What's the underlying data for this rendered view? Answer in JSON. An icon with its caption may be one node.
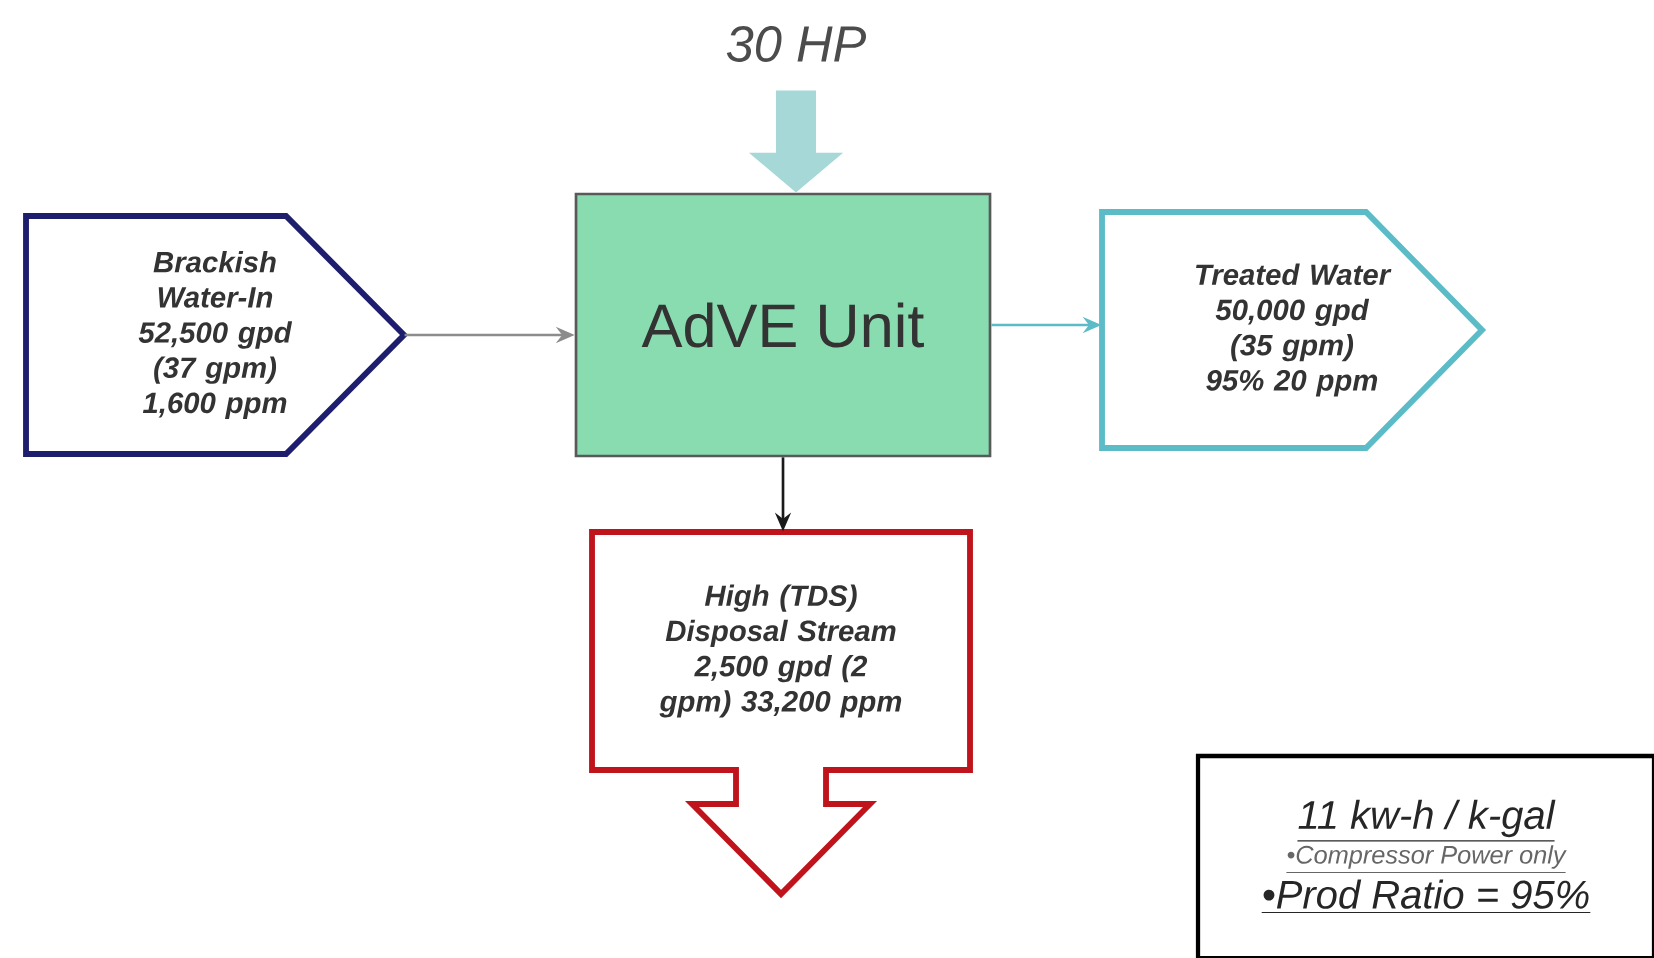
{
  "diagram": {
    "nodes": [
      {
        "text": [
          "30 HP"
        ]
      },
      {
        "text": [
          "AdVE Unit"
        ]
      },
      {
        "text": [
          "Brackish Water-In 52,500 gpd (37 gpm) 1,600 ppm"
        ]
      },
      {
        "text": [
          "Treated Water 50,000 gpd (35 gpm) 95% 20 ppm"
        ]
      },
      {
        "text": [
          "High (TDS) Disposal Stream 2,500 gpd (2 gpm) 33,200 ppm"
        ]
      },
      {
        "text": [
          "11 kw-h / k-gal",
          "•Compressor Power only",
          "•Prod Ratio = 95%"
        ]
      }
    ],
    "edges": [
      {
        "from": 0,
        "to": 1,
        "arrow": "to",
        "style": "thick",
        "color": "#a6d8d8"
      },
      {
        "from": 2,
        "to": 1,
        "arrow": "to",
        "color": "#8c8c8c"
      },
      {
        "from": 1,
        "to": 3,
        "arrow": "to",
        "color": "#5bbcc8"
      },
      {
        "from": 1,
        "to": 4,
        "arrow": "to",
        "color": "#1a1a1a"
      }
    ]
  }
}
